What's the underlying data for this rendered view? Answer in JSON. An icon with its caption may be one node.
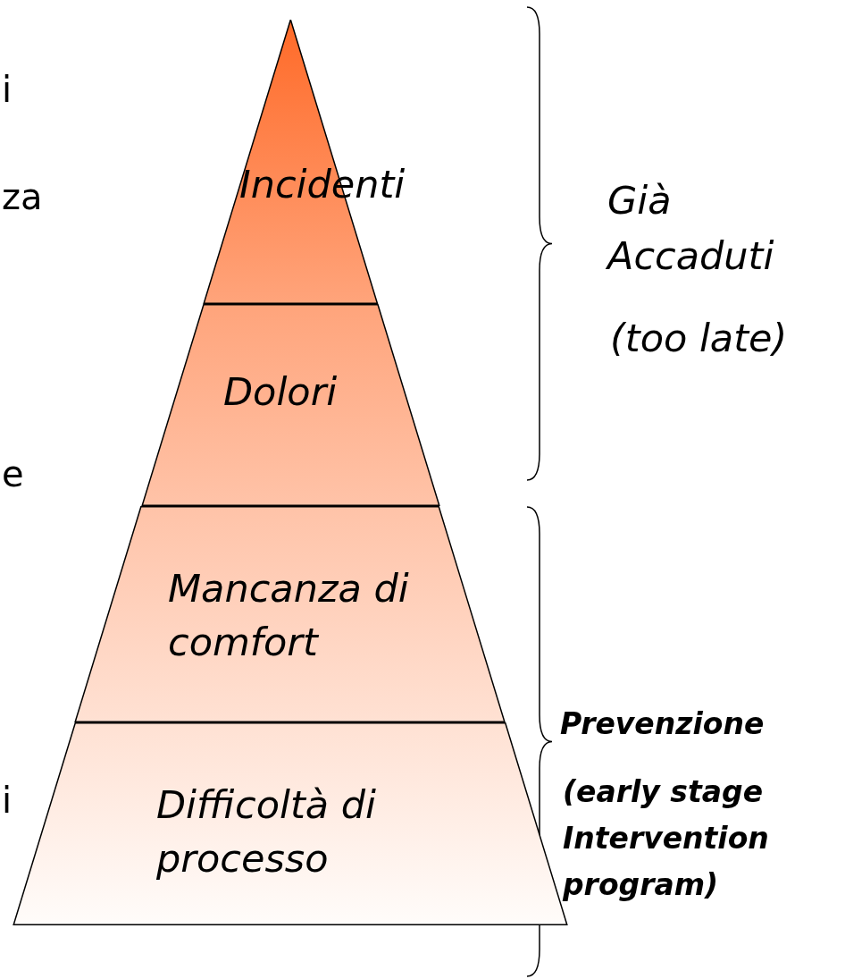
{
  "diagram": {
    "nodes": [
      {
        "text": [
          "Incidenti"
        ]
      },
      {
        "text": [
          "Dolori"
        ]
      },
      {
        "text": [
          "Mancanza di comfort"
        ]
      },
      {
        "text": [
          "Difficoltà di processo"
        ]
      }
    ],
    "edges": [],
    "labels": [
      "i",
      "za",
      "e",
      "i",
      "Già Accaduti",
      "(too late)",
      "Prevenzione",
      "(early stage Intervention program)"
    ]
  }
}
